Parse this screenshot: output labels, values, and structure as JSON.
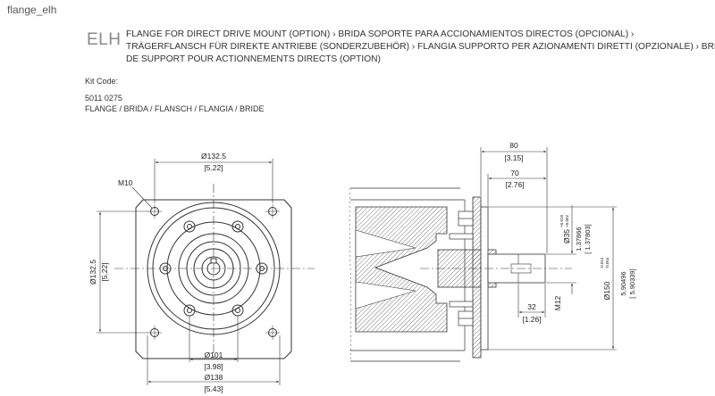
{
  "page": {
    "label": "flange_elh"
  },
  "header": {
    "code": "ELH",
    "title_lines": [
      "FLANGE FOR DIRECT DRIVE MOUNT (OPTION) › BRIDA SOPORTE PARA ACCIONAMIENTOS DIRECTOS (OPCIONAL) ›",
      "TRÄGERFLANSCH FÜR DIREKTE ANTRIEBE (SONDERZUBEHÖR) › FLANGIA SUPPORTO PER AZIONAMENTI DIRETTI (OPZIONALE) › BRIDE",
      "DE SUPPORT POUR ACTIONNEMENTS DIRECTS (OPTION)"
    ]
  },
  "kit": {
    "label": "Kit Code:",
    "code": "5011 0275",
    "description": "FLANGE / BRIDA / FLANSCH / FLANGIA / BRIDE"
  },
  "front_view": {
    "d_top": "Ø132.5",
    "d_top_in": "[5.22]",
    "thread": "M10",
    "d_left": "Ø132.5",
    "d_left_in": "[5.22]",
    "d_101": "Ø101",
    "d_101_in": "[3.98]",
    "d_138": "Ø138",
    "d_138_in": "[5.43]"
  },
  "side_view": {
    "len_80": "80",
    "len_80_in": "[3.15]",
    "len_70": "70",
    "len_70_in": "[2.76]",
    "d_35": "Ø35",
    "tol_35_upper": "+0.018",
    "tol_35_lower": "+0.002",
    "d_35_in_upper": "1.37866",
    "d_35_in_lower": "[ 1.37803]",
    "d_150": "Ø150",
    "tol_150_upper": "-0.014",
    "tol_150_lower": "-0.054",
    "d_150_in_upper": "5.90496",
    "d_150_in_lower": "[ 5.90339]",
    "len_32": "32",
    "len_32_in": "[1.26]",
    "thread": "M12"
  }
}
